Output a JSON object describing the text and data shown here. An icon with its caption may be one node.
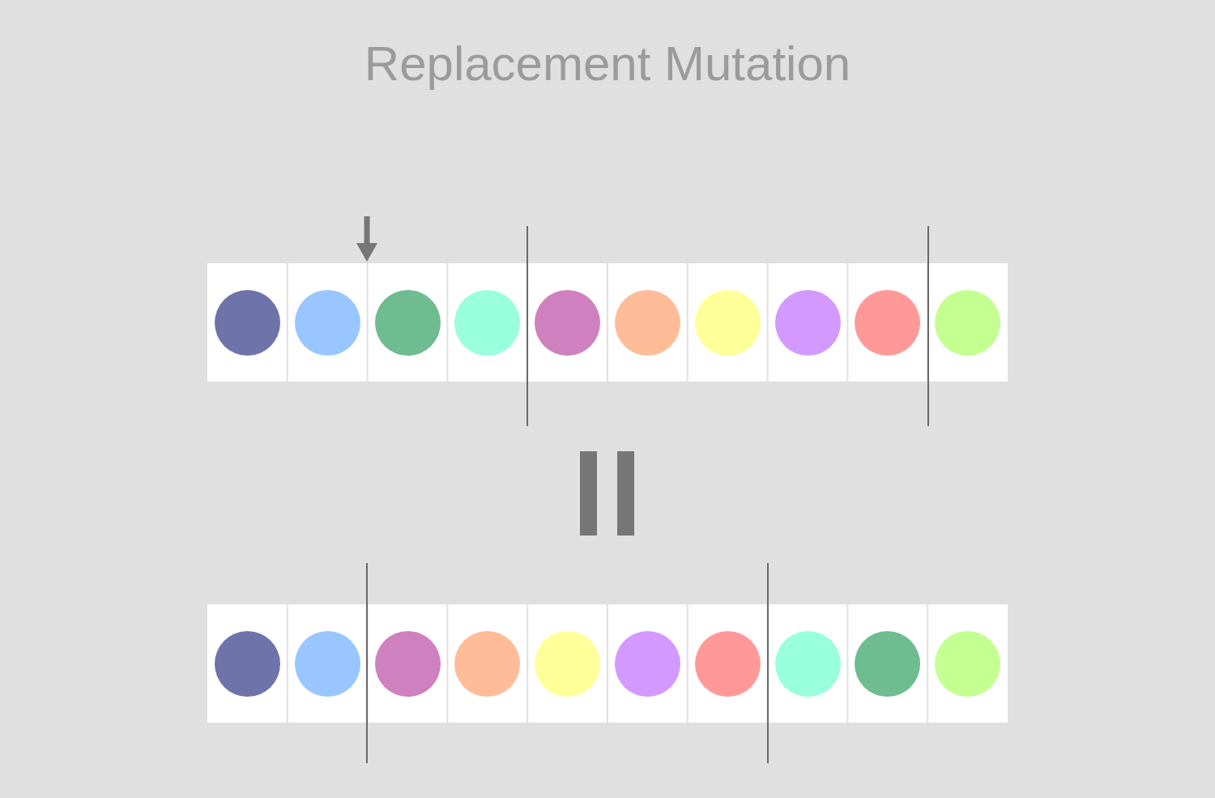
{
  "diagram": {
    "title": "Replacement Mutation",
    "nodes": [
      {
        "text": [],
        "shape": "circle"
      },
      {
        "text": [],
        "shape": "circle"
      },
      {
        "text": [],
        "shape": "circle"
      },
      {
        "text": [],
        "shape": "circle"
      },
      {
        "text": [],
        "shape": "circle"
      },
      {
        "text": [],
        "shape": "circle"
      },
      {
        "text": [],
        "shape": "circle"
      },
      {
        "text": [],
        "shape": "circle"
      },
      {
        "text": [],
        "shape": "circle"
      },
      {
        "text": [],
        "shape": "circle"
      },
      {
        "text": [],
        "shape": "circle"
      },
      {
        "text": [],
        "shape": "circle"
      },
      {
        "text": [],
        "shape": "circle"
      },
      {
        "text": [],
        "shape": "circle"
      },
      {
        "text": [],
        "shape": "circle"
      },
      {
        "text": [],
        "shape": "circle"
      },
      {
        "text": [],
        "shape": "circle"
      },
      {
        "text": [],
        "shape": "circle"
      },
      {
        "text": [],
        "shape": "circle"
      },
      {
        "text": [],
        "shape": "circle"
      }
    ]
  }
}
